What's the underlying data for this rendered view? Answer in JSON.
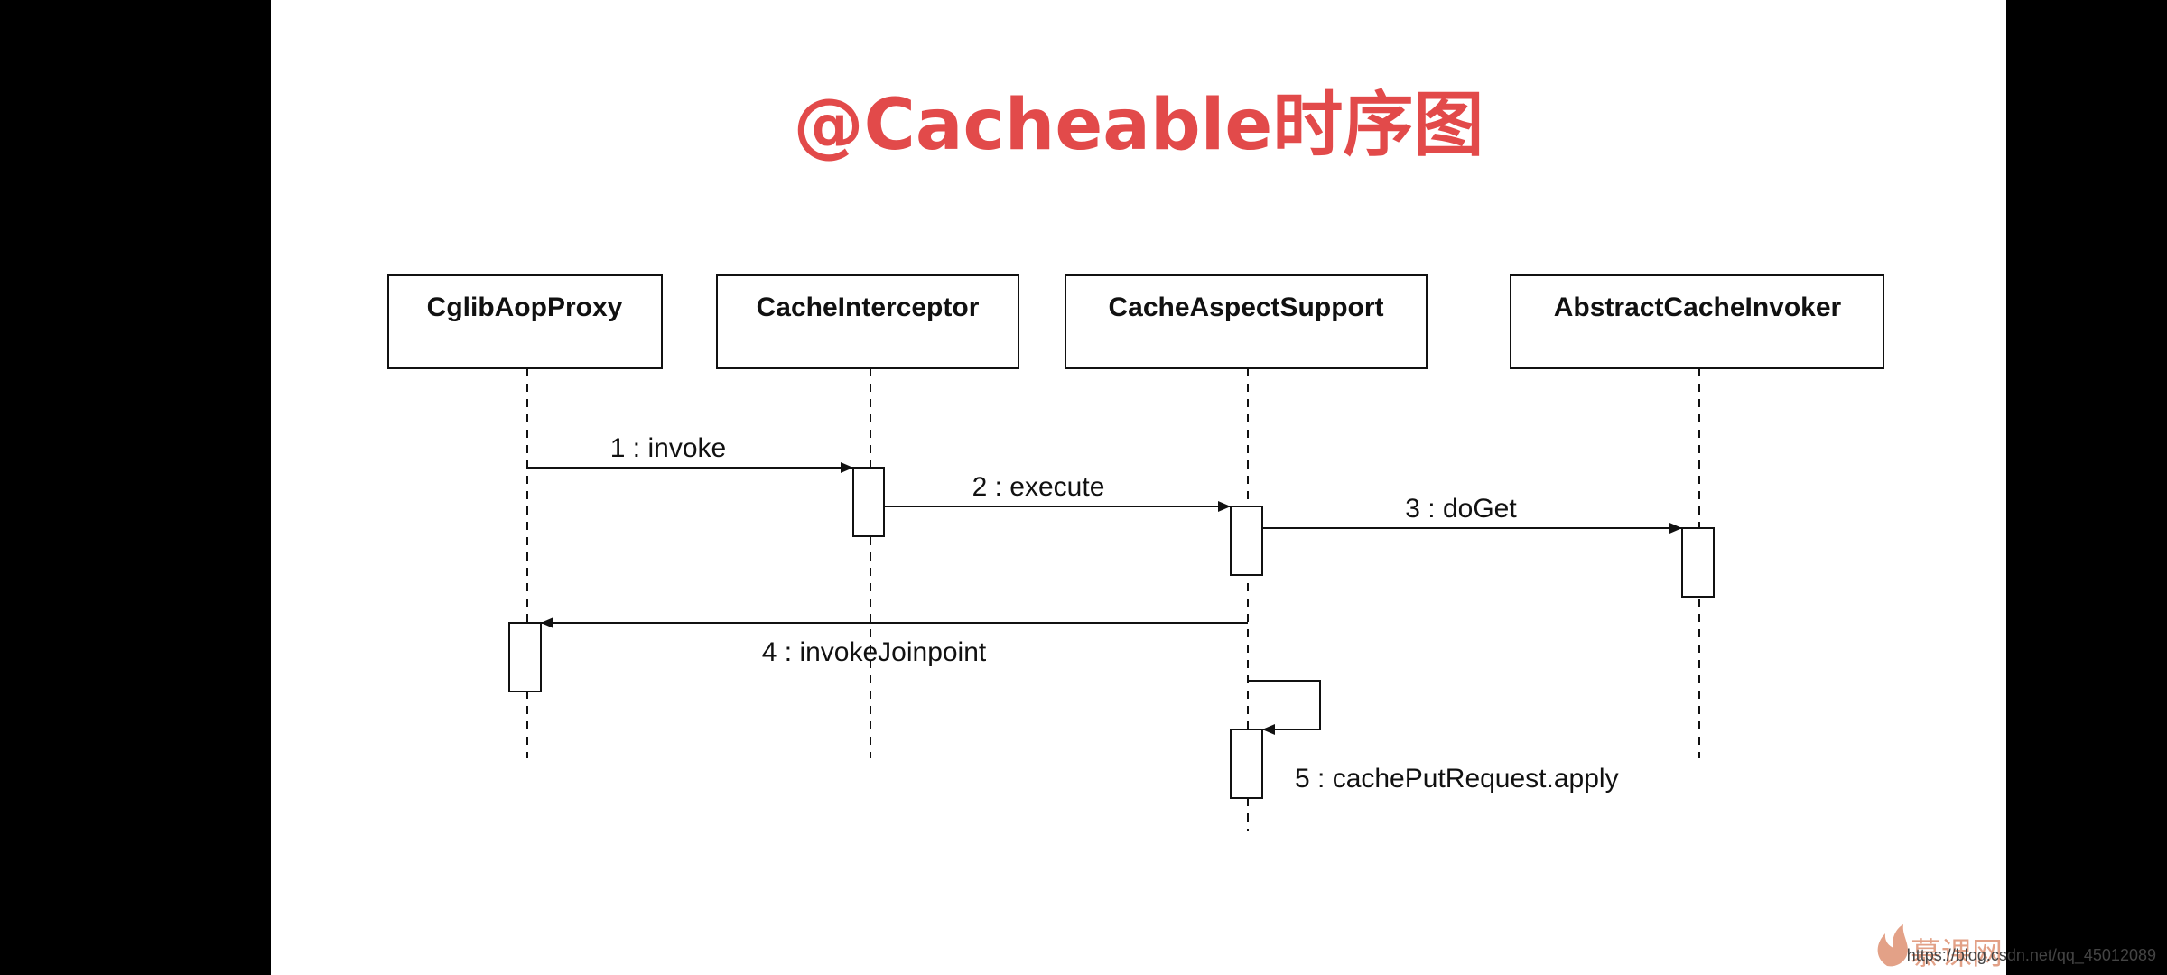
{
  "title": "@Cacheable时序图",
  "participants": [
    {
      "name": "CglibAopProxy"
    },
    {
      "name": "CacheInterceptor"
    },
    {
      "name": "CacheAspectSupport"
    },
    {
      "name": "AbstractCacheInvoker"
    }
  ],
  "messages": [
    {
      "label": "1 : invoke",
      "from": "CglibAopProxy",
      "to": "CacheInterceptor"
    },
    {
      "label": "2 : execute",
      "from": "CacheInterceptor",
      "to": "CacheAspectSupport"
    },
    {
      "label": "3 : doGet",
      "from": "CacheAspectSupport",
      "to": "AbstractCacheInvoker"
    },
    {
      "label": "4 : invokeJoinpoint",
      "from": "CacheAspectSupport",
      "to": "CglibAopProxy"
    },
    {
      "label": "5 : cachePutRequest.apply",
      "from": "CacheAspectSupport",
      "to": "CacheAspectSupport"
    }
  ],
  "watermark": {
    "brand": "慕课网",
    "url": "https://blog.csdn.net/qq_45012089",
    "brand_color": "#d9825f"
  },
  "colors": {
    "title": "#e24a4a",
    "line": "#111111",
    "background": "#ffffff",
    "frame": "#000000"
  }
}
